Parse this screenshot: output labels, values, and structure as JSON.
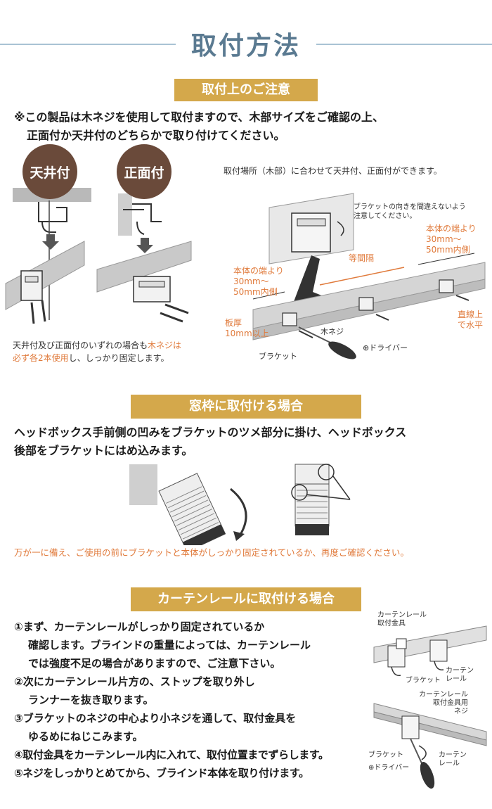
{
  "header": {
    "title": "取付方法"
  },
  "sec1": {
    "banner": "取付上のご注意",
    "intro_line1": "※この製品は木ネジを使用して取付ますので、木部サイズをご確認の上、",
    "intro_line2": "正面付か天井付のどちらかで取り付けてください。",
    "badge_ceiling": "天井付",
    "badge_front": "正面付",
    "caption_prefix": "天井付及び正面付のいずれの場合も",
    "caption_highlight": "木ネジは",
    "caption_highlight2": "必ず各2本使用",
    "caption_suffix": "し、しっかり固定します。",
    "right_caption": "取付場所（木部）に合わせて天井付、正面付ができます。",
    "note_bracket_1": "ブラケットの向きを間違えないよう",
    "note_bracket_2": "注意してください。",
    "lbl_end_right_1": "本体の端より",
    "lbl_end_right_2": "30mm～",
    "lbl_end_right_3": "50mm内側",
    "lbl_equal": "等間隔",
    "lbl_end_left_1": "本体の端より",
    "lbl_end_left_2": "30mm～",
    "lbl_end_left_3": "50mm内側",
    "lbl_thickness_1": "板厚",
    "lbl_thickness_2": "10mm以上",
    "lbl_straight_1": "直線上",
    "lbl_straight_2": "で水平",
    "lbl_screw": "木ネジ",
    "lbl_bracket": "ブラケット",
    "lbl_driver": "⊕ドライバー"
  },
  "sec2": {
    "banner": "窓枠に取付ける場合",
    "text_line1": "ヘッドボックス手前側の凹みをブラケットのツメ部分に掛け、ヘッドボックス",
    "text_line2": "後部をブラケットにはめ込みます。",
    "warning": "万が一に備え、ご使用の前にブラケットと本体がしっかり固定されているか、再度ご確認ください。"
  },
  "sec3": {
    "banner": "カーテンレールに取付ける場合",
    "steps": [
      "①まず、カーテンレールがしっかり固定されているか",
      "確認します。ブラインドの重量によっては、カーテンレール",
      "では強度不足の場合がありますので、ご注意下さい。",
      "②次にカーテンレール片方の、ストップを取り外し",
      "ランナーを抜き取ります。",
      "③ブラケットのネジの中心より小ネジを通して、取付金具を",
      "ゆるめにねじこみます。",
      "④取付金具をカーテンレール内に入れて、取付位置までずらします。",
      "⑤ネジをしっかりとめてから、ブラインド本体を取り付けます。"
    ],
    "lbl_rail_fitting_1": "カーテンレール",
    "lbl_rail_fitting_2": "取付金具",
    "lbl_bracket": "ブラケット",
    "lbl_rail_1": "カーテン",
    "lbl_rail_2": "レール",
    "lbl_fitting_screw_1": "カーテンレール",
    "lbl_fitting_screw_2": "取付金具用",
    "lbl_fitting_screw_3": "ネジ",
    "lbl_bracket2": "ブラケット",
    "lbl_driver2": "⊕ドライバー",
    "lbl_rail2_1": "カーテン",
    "lbl_rail2_2": "レール"
  },
  "colors": {
    "banner": "#d4a84b",
    "title": "#5a7a91",
    "accent": "#e07a3b",
    "badge": "#6a4a3a",
    "rule": "#a9c3d4"
  }
}
